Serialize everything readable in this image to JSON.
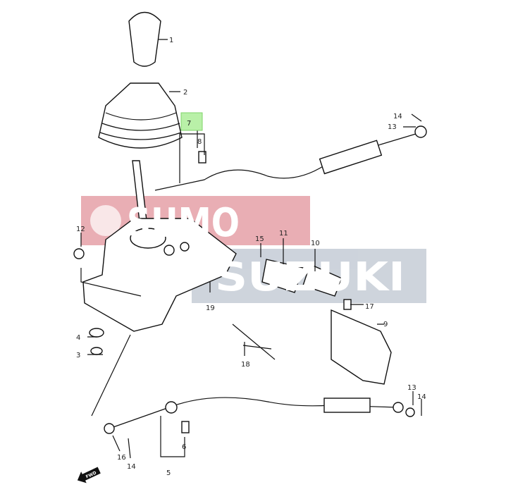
{
  "diagram": {
    "title": "Gear shift lever and cables",
    "direction_marker": "FWD",
    "highlighted_callout": "7",
    "highlight_color": "#b9f0a8",
    "callouts": [
      "1",
      "2",
      "7",
      "8",
      "14",
      "13",
      "12",
      "15",
      "11",
      "10",
      "19",
      "17",
      "4",
      "9",
      "3",
      "18",
      "13",
      "14",
      "16",
      "14",
      "6",
      "5"
    ]
  },
  "watermark": {
    "line1": "SUMO",
    "line2": "SUZUKI",
    "line1_color": "#e6a0a8",
    "line2_color": "#c5ccd6"
  }
}
